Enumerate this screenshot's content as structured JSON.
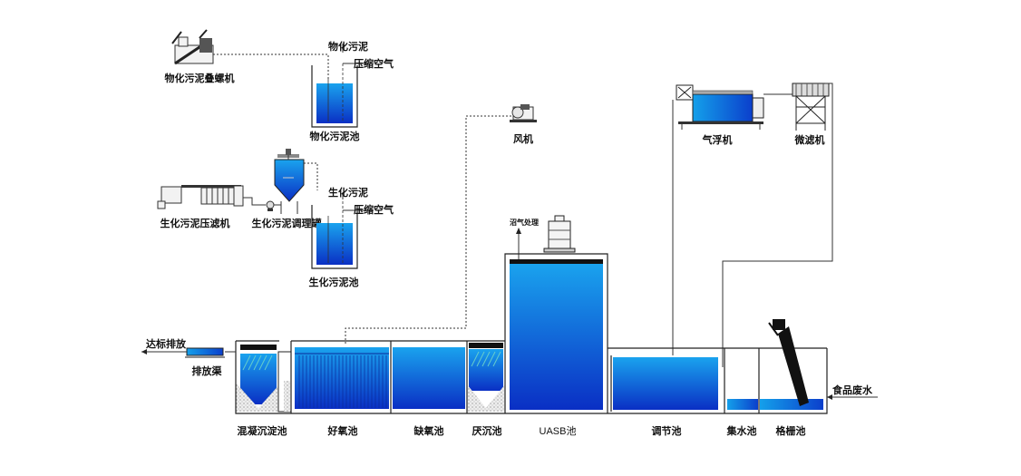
{
  "colors": {
    "water_top": "#1aa3ee",
    "water_bottom": "#0a2fc4",
    "wall": "#222222"
  },
  "labels": {
    "physchem_sludge_press": "物化污泥叠螺机",
    "physchem_sludge_in": "物化污泥",
    "physchem_air": "压缩空气",
    "physchem_sludge_tank": "物化污泥池",
    "bio_filter_press": "生化污泥压滤机",
    "bio_conditioning_tank": "生化污泥调理罐",
    "bio_sludge_in": "生化污泥",
    "bio_air": "压缩空气",
    "bio_sludge_tank": "生化污泥池",
    "blower": "风机",
    "biogas": "沼气处理",
    "daf": "气浮机",
    "microfilter": "微滤机",
    "discharge_std": "达标排放",
    "discharge_channel": "排放渠",
    "food_wastewater": "食品废水",
    "coag_settling": "混凝沉淀池",
    "aerobic": "好氧池",
    "anoxic": "缺氧池",
    "anaerobic_settling": "厌沉池",
    "uasb": "UASB池",
    "equalization": "调节池",
    "collection": "集水池",
    "screen": "格栅池"
  }
}
